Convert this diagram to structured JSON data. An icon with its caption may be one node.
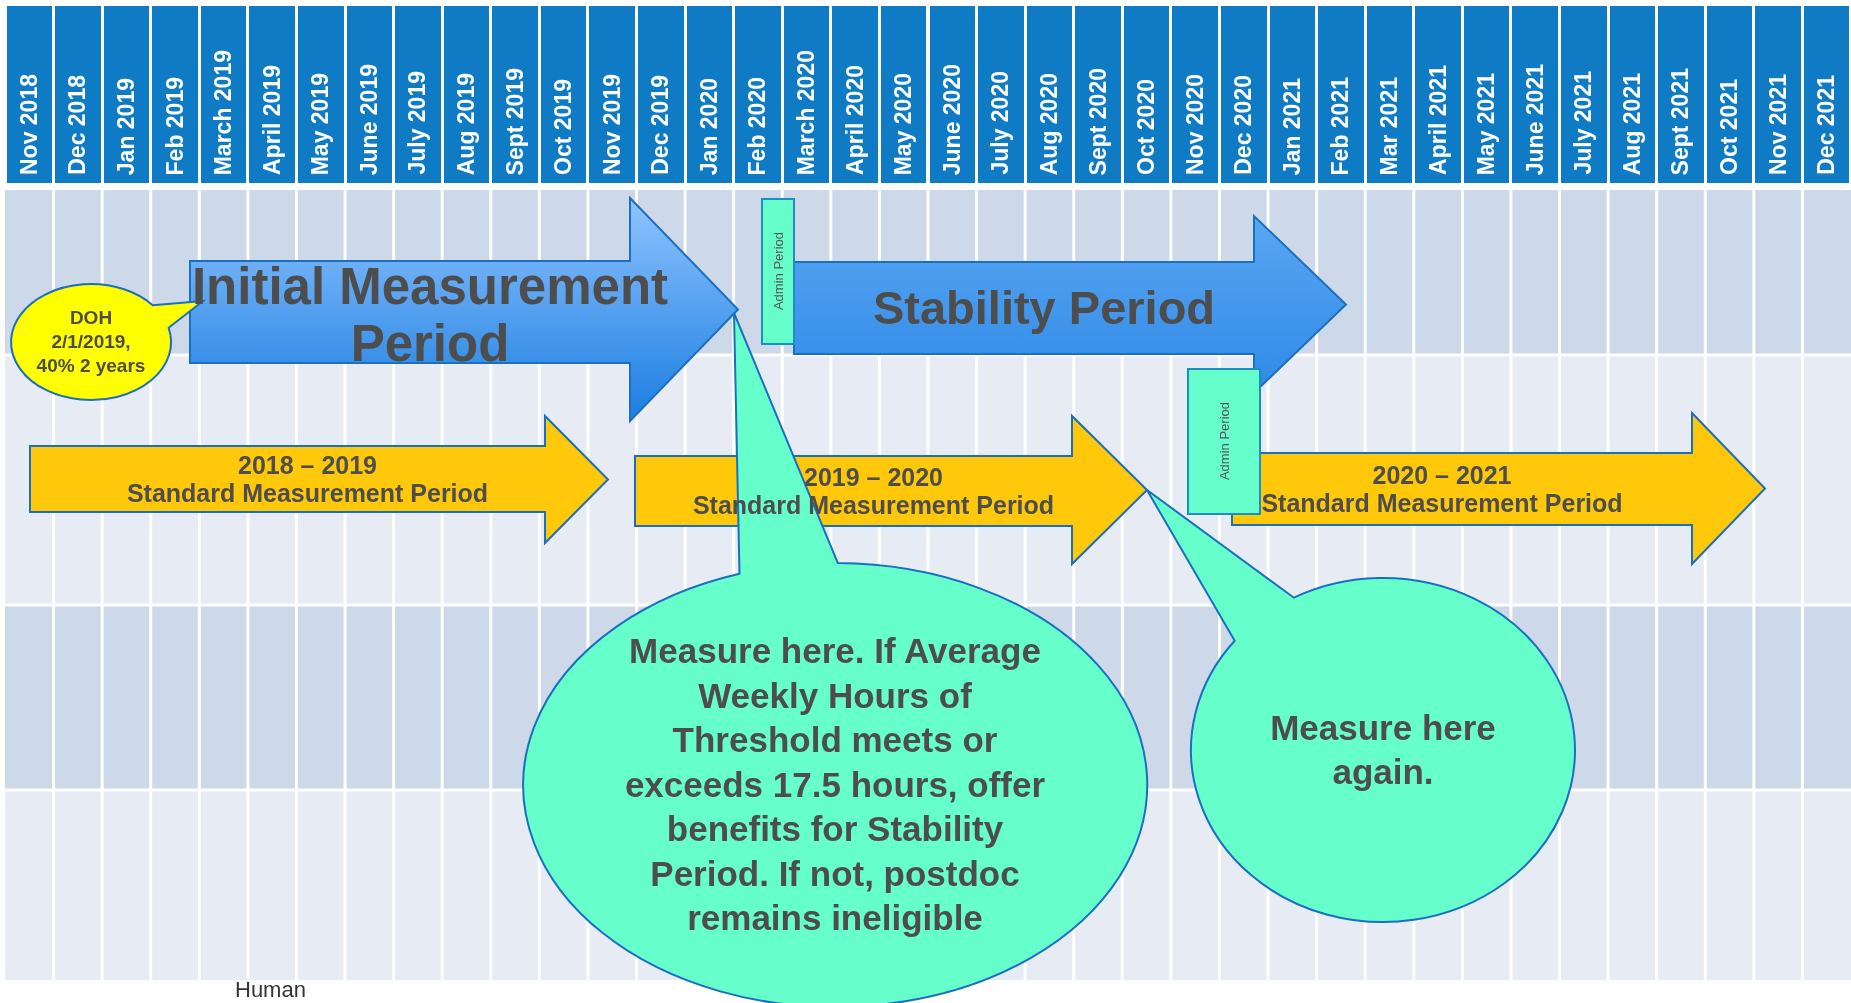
{
  "diagram": {
    "nodes": [
      {
        "text": [
          "Initial Measurement Period"
        ]
      },
      {
        "text": [
          "DOH 2/1/2019, 40% 2 years"
        ]
      },
      {
        "text": [
          "Admin Period"
        ]
      },
      {
        "text": [
          "Stability Period"
        ]
      },
      {
        "text": [
          "Admin Period"
        ]
      },
      {
        "text": [
          "2018 – 2019",
          "Standard Measurement Period"
        ]
      },
      {
        "text": [
          "2019 – 2020",
          "Standard Measurement Period"
        ]
      },
      {
        "text": [
          "2020 – 2021",
          "Standard Measurement Period"
        ]
      },
      {
        "text": [
          "Measure here.  If Average Weekly Hours of Threshold meets or exceeds 17.5 hours, offer benefits for Stability Period. If not, postdoc remains ineligible"
        ]
      },
      {
        "text": [
          "Measure here again."
        ]
      }
    ],
    "labels": [
      "Nov 2018",
      "Dec 2018",
      "Jan 2019",
      "Feb 2019",
      "March 2019",
      "April 2019",
      "May 2019",
      "June 2019",
      "July 2019",
      "Aug 2019",
      "Sept 2019",
      "Oct 2019",
      "Nov 2019",
      "Dec 2019",
      "Jan 2020",
      "Feb 2020",
      "March 2020",
      "April 2020",
      "May 2020",
      "June 2020",
      "July 2020",
      "Aug 2020",
      "Sept 2020",
      "Oct 2020",
      "Nov 2020",
      "Dec 2020",
      "Jan 2021",
      "Feb 2021",
      "Mar 2021",
      "April 2021",
      "May 2021",
      "June 2021",
      "July 2021",
      "Aug 2021",
      "Sept 2021",
      "Oct 2021",
      "Nov 2021",
      "Dec 2021",
      "Human"
    ]
  }
}
